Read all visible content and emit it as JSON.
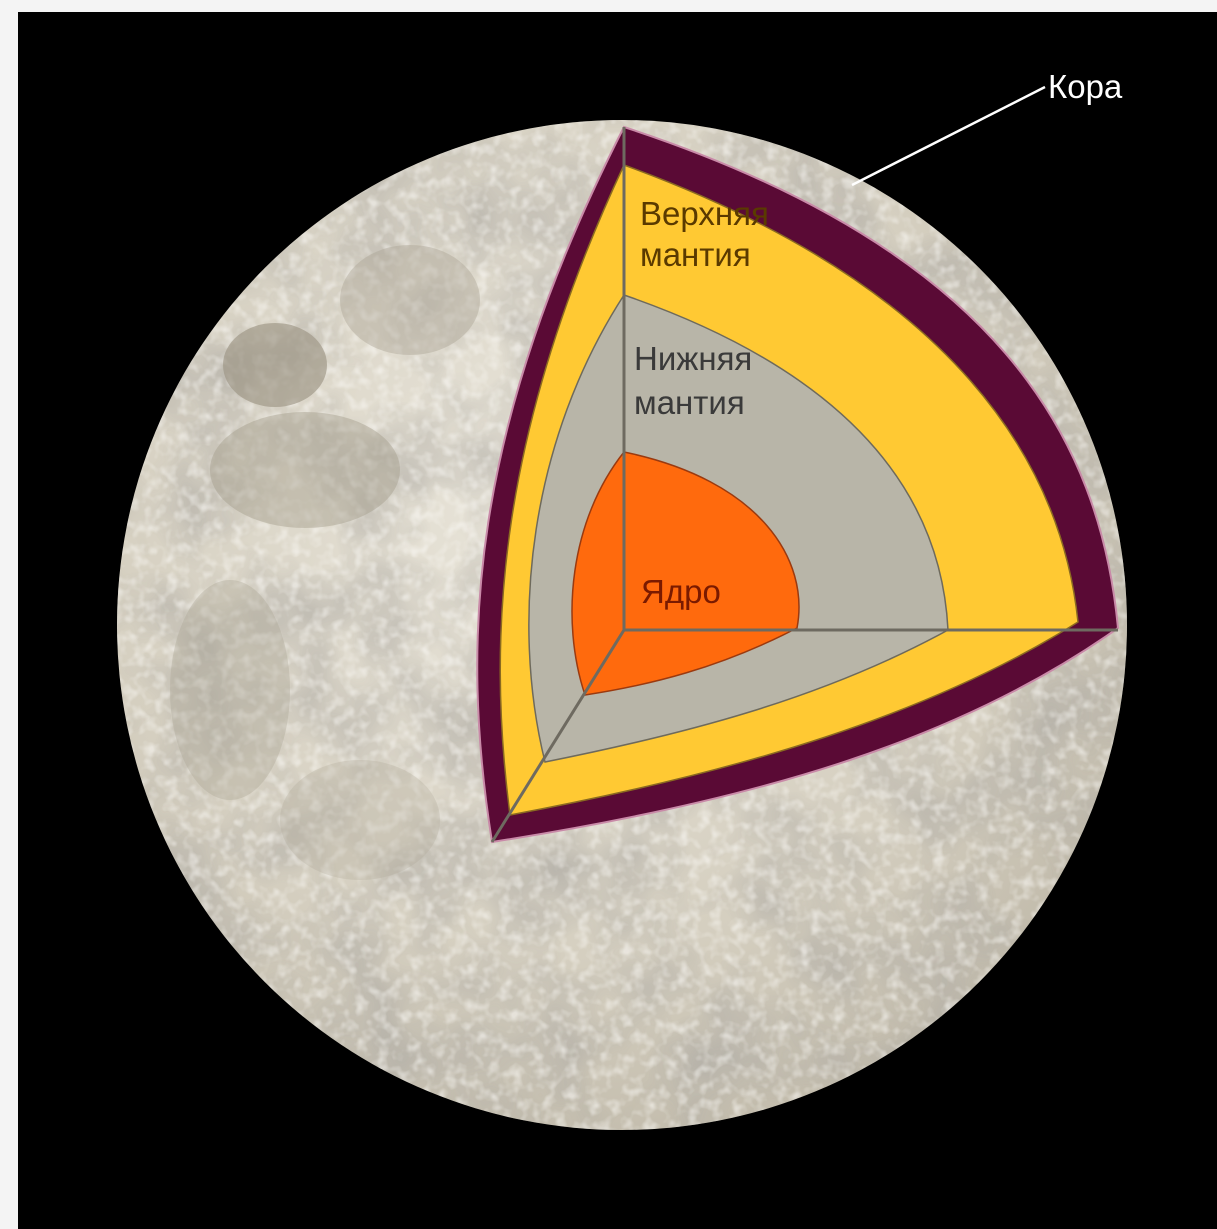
{
  "labels": {
    "crust": "Кора",
    "upper_mantle_line1": "Верхняя",
    "upper_mantle_line2": "мантия",
    "lower_mantle_line1": "Нижняя",
    "lower_mantle_line2": "мантия",
    "core": "Ядро"
  },
  "colors": {
    "background": "#000000",
    "moon_surface": "#d8d2c4",
    "crust": "#5a0a35",
    "upper_mantle": "#ffc933",
    "lower_mantle": "#b8b5a8",
    "core": "#ff6a0d",
    "crust_label": "#ffffff",
    "upper_mantle_label": "#5a3a00",
    "lower_mantle_label": "#3a3a3a",
    "core_label": "#7a1a00"
  }
}
